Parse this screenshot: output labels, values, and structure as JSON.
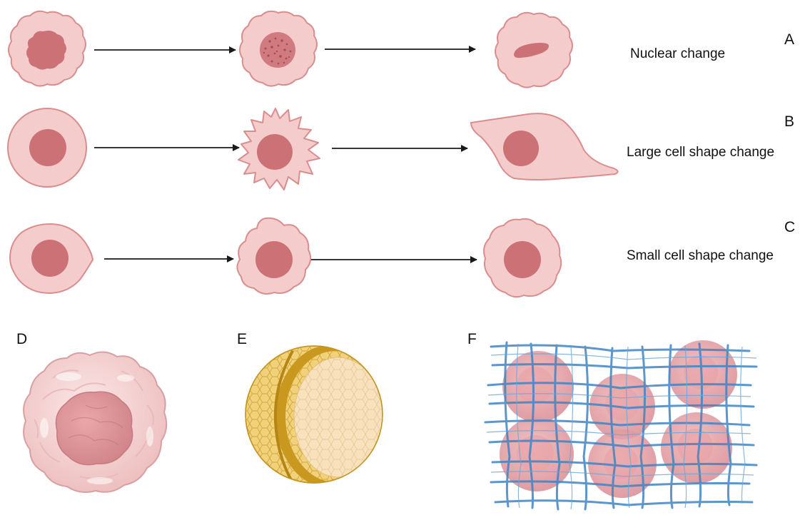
{
  "rows": [
    {
      "letter": "A",
      "description": "Nuclear change"
    },
    {
      "letter": "B",
      "description": "Large cell shape change"
    },
    {
      "letter": "C",
      "description": "Small cell shape change"
    }
  ],
  "panels": [
    {
      "letter": "D"
    },
    {
      "letter": "E"
    },
    {
      "letter": "F"
    }
  ],
  "colors": {
    "cell_fill": "#f4cccb",
    "cell_stroke": "#d98e8e",
    "nucleus": "#cc7276",
    "arrow": "#1a1a1a",
    "sphere_yellow": "#e8c45c",
    "sphere_dark": "#c9981f",
    "mesh_blue": "#3f84c4"
  }
}
